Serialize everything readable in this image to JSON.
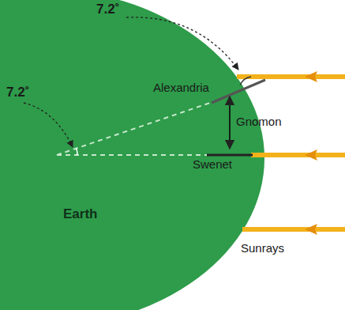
{
  "diagram": {
    "nodes": [
      {
        "text": [
          "Earth"
        ]
      }
    ],
    "labels": [
      "7.2˚",
      "7.2˚",
      "Alexandria",
      "Gnomon",
      "Swenet",
      "Sunrays"
    ]
  }
}
